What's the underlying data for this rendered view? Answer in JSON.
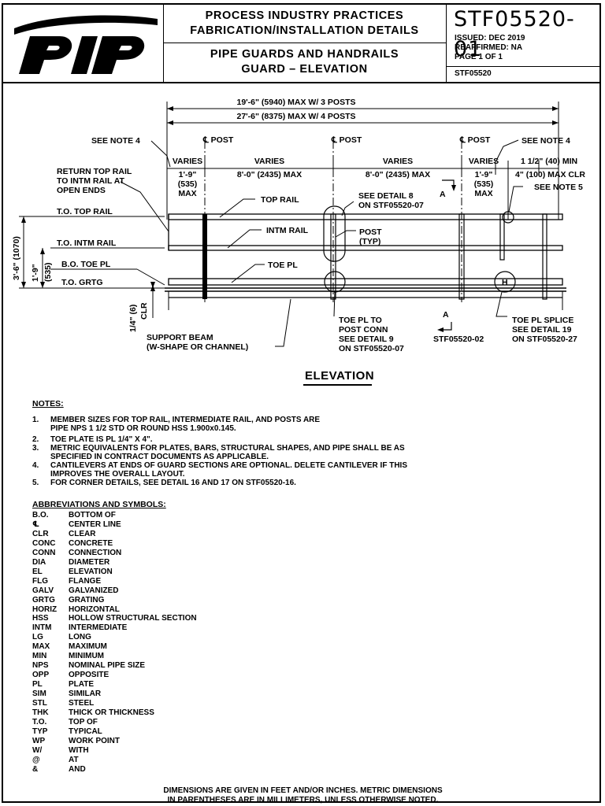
{
  "title_block": {
    "logo_text": "PIP",
    "org_line1": "PROCESS INDUSTRY PRACTICES",
    "org_line2": "FABRICATION/INSTALLATION DETAILS",
    "title_line1": "PIPE GUARDS AND HANDRAILS",
    "title_line2": "GUARD – ELEVATION",
    "drawing_number": "STF05520-01",
    "issued": "ISSUED: DEC 2019",
    "reaffirmed": "REAFFIRMED: NA",
    "page": "PAGE  1 OF 1",
    "reference": "STF05520"
  },
  "drawing_labels": {
    "dim_3_posts": "19'-6\" (5940) MAX W/ 3 POSTS",
    "dim_4_posts": "27'-6\" (8375) MAX W/ 4 POSTS",
    "see_note_4_left": "SEE NOTE 4",
    "see_note_4_right": "SEE NOTE 4",
    "post_cl_left": "℄ POST",
    "post_cl_mid": "℄ POST",
    "post_cl_right": "℄ POST",
    "varies_left": "VARIES",
    "varies_mid1": "VARIES",
    "varies_mid2": "VARIES",
    "varies_right": "VARIES",
    "cant_left_1": "1'-9\"",
    "cant_left_2": "(535)",
    "cant_left_3": "MAX",
    "cant_right_1": "1'-9\"",
    "cant_right_2": "(535)",
    "cant_right_3": "MAX",
    "span1": "8'-0\" (2435) MAX",
    "span2": "8'-0\" (2435) MAX",
    "min_1_5": "1 1/2\" (40) MIN",
    "max_clr_4": "4\" (100) MAX CLR",
    "see_note_5": "SEE NOTE 5",
    "return_1": "RETURN TOP RAIL",
    "return_2": "TO INTM RAIL AT",
    "return_3": "OPEN ENDS",
    "top_rail": "TOP RAIL",
    "see_detail_8_1": "SEE DETAIL 8",
    "see_detail_8_2": "ON STF05520-07",
    "section_a_top": "A",
    "to_top_rail": "T.O. TOP RAIL",
    "intm_rail": "INTM RAIL",
    "post_typ_1": "POST",
    "post_typ_2": "(TYP)",
    "to_intm_rail": "T.O. INTM RAIL",
    "toe_pl": "TOE PL",
    "bo_toe_pl": "B.O. TOE PL",
    "to_grtg": "T.O. GRTG",
    "dim_3_6": "3'-6\" (1070)",
    "dim_1_9": "1'-9\"",
    "dim_535": "(535)",
    "dim_1_4": "1/4\" (6)",
    "clr": "CLR",
    "toe_conn_1": "TOE PL TO",
    "toe_conn_2": "POST CONN",
    "toe_conn_3": "SEE DETAIL 9",
    "toe_conn_4": "ON STF05520-07",
    "section_a_bot": "A",
    "section_ref": "STF05520-02",
    "splice_1": "TOE PL SPLICE",
    "splice_2": "SEE DETAIL 19",
    "splice_3": "ON STF05520-27",
    "support_1": "SUPPORT BEAM",
    "support_2": "(W-SHAPE OR CHANNEL)",
    "splice_mark": "H"
  },
  "elevation_title": "ELEVATION",
  "notes_heading": "NOTES:",
  "notes": [
    {
      "num": "1.",
      "text": "MEMBER SIZES FOR TOP RAIL, INTERMEDIATE RAIL, AND POSTS ARE\nPIPE NPS 1 1/2 STD OR ROUND HSS 1.900x0.145."
    },
    {
      "num": "2.",
      "text": "TOE PLATE IS PL 1/4\" X 4\"."
    },
    {
      "num": "3.",
      "text": "METRIC EQUIVALENTS FOR PLATES, BARS, STRUCTURAL SHAPES, AND PIPE SHALL BE AS\nSPECIFIED IN CONTRACT DOCUMENTS AS APPLICABLE."
    },
    {
      "num": "4.",
      "text": "CANTILEVERS AT ENDS OF GUARD SECTIONS ARE OPTIONAL.  DELETE CANTILEVER IF THIS\nIMPROVES THE OVERALL LAYOUT."
    },
    {
      "num": "5.",
      "text": "FOR CORNER DETAILS, SEE DETAIL 16 AND 17 ON STF05520-16."
    }
  ],
  "abbreviations_heading": "ABBREVIATIONS AND SYMBOLS:",
  "abbreviations": [
    {
      "code": "B.O.",
      "meaning": "BOTTOM OF"
    },
    {
      "code": "℄",
      "meaning": "CENTER LINE"
    },
    {
      "code": "CLR",
      "meaning": "CLEAR"
    },
    {
      "code": "CONC",
      "meaning": "CONCRETE"
    },
    {
      "code": "CONN",
      "meaning": "CONNECTION"
    },
    {
      "code": "DIA",
      "meaning": "DIAMETER"
    },
    {
      "code": "EL",
      "meaning": "ELEVATION"
    },
    {
      "code": "FLG",
      "meaning": "FLANGE"
    },
    {
      "code": "GALV",
      "meaning": "GALVANIZED"
    },
    {
      "code": "GRTG",
      "meaning": "GRATING"
    },
    {
      "code": "HORIZ",
      "meaning": "HORIZONTAL"
    },
    {
      "code": "HSS",
      "meaning": "HOLLOW STRUCTURAL SECTION"
    },
    {
      "code": "INTM",
      "meaning": "INTERMEDIATE"
    },
    {
      "code": "LG",
      "meaning": "LONG"
    },
    {
      "code": "MAX",
      "meaning": "MAXIMUM"
    },
    {
      "code": "MIN",
      "meaning": "MINIMUM"
    },
    {
      "code": "NPS",
      "meaning": "NOMINAL PIPE SIZE"
    },
    {
      "code": "OPP",
      "meaning": "OPPOSITE"
    },
    {
      "code": "PL",
      "meaning": "PLATE"
    },
    {
      "code": "SIM",
      "meaning": "SIMILAR"
    },
    {
      "code": "STL",
      "meaning": "STEEL"
    },
    {
      "code": "THK",
      "meaning": "THICK OR THICKNESS"
    },
    {
      "code": "T.O.",
      "meaning": "TOP OF"
    },
    {
      "code": "TYP",
      "meaning": "TYPICAL"
    },
    {
      "code": "WP",
      "meaning": "WORK POINT"
    },
    {
      "code": "W/",
      "meaning": "WITH"
    },
    {
      "code": "@",
      "meaning": "AT"
    },
    {
      "code": "&",
      "meaning": "AND"
    }
  ],
  "footer_line1": "DIMENSIONS ARE GIVEN IN FEET AND/OR INCHES. METRIC DIMENSIONS",
  "footer_line2": "IN PARENTHESES ARE IN MILLIMETERS, UNLESS OTHERWISE NOTED."
}
